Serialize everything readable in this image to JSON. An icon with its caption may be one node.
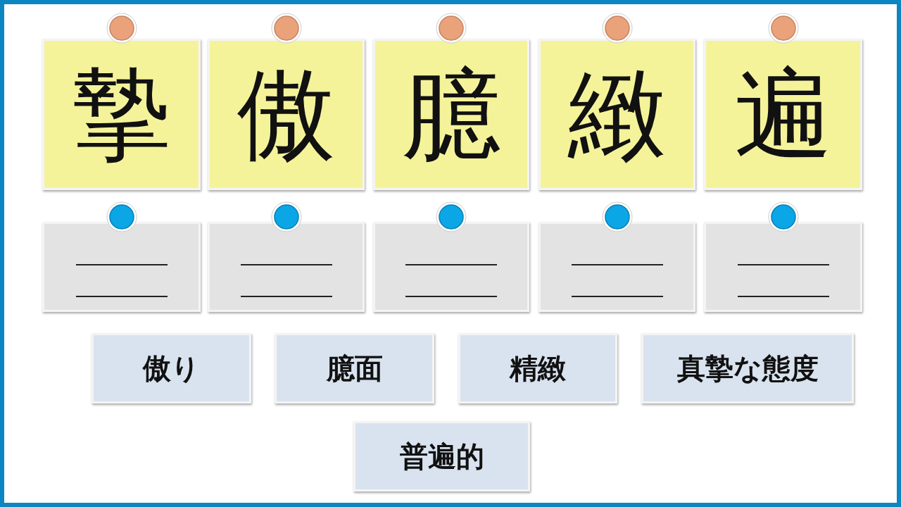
{
  "diagram": {
    "nodes": [
      {
        "text": [
          "摯"
        ]
      },
      {
        "text": [
          "傲"
        ]
      },
      {
        "text": [
          "臆"
        ]
      },
      {
        "text": [
          "緻"
        ]
      },
      {
        "text": [
          "遍"
        ]
      },
      {
        "text": [],
        "shape": "box"
      },
      {
        "text": [],
        "shape": "box"
      },
      {
        "text": [],
        "shape": "box"
      },
      {
        "text": [],
        "shape": "box"
      },
      {
        "text": [],
        "shape": "box"
      },
      {
        "text": [
          "傲り"
        ]
      },
      {
        "text": [
          "臆面"
        ]
      },
      {
        "text": [
          "精緻"
        ]
      },
      {
        "text": [
          "真摯な態度"
        ]
      },
      {
        "text": [
          "普遍的"
        ]
      }
    ]
  }
}
